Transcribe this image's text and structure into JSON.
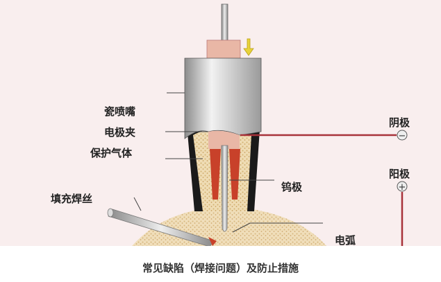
{
  "diagram": {
    "labels": {
      "nozzle": "瓷喷嘴",
      "collet": "电极夹",
      "shield_gas": "保护气体",
      "tungsten": "钨极",
      "filler_wire": "填充焊丝",
      "cathode": "阴极",
      "anode": "阳极",
      "arc": "电弧"
    },
    "symbols": {
      "cathode_sign": "−",
      "anode_sign": "+"
    },
    "colors": {
      "background": "#f9eeee",
      "wire": "#a8323a",
      "collet": "#c8412a",
      "gas": "#e6cf9e",
      "nozzle_wall": "#1a1a1a",
      "cap": "#e9b7a6"
    }
  },
  "caption": "常见缺陷（焊接问题）及防止措施"
}
